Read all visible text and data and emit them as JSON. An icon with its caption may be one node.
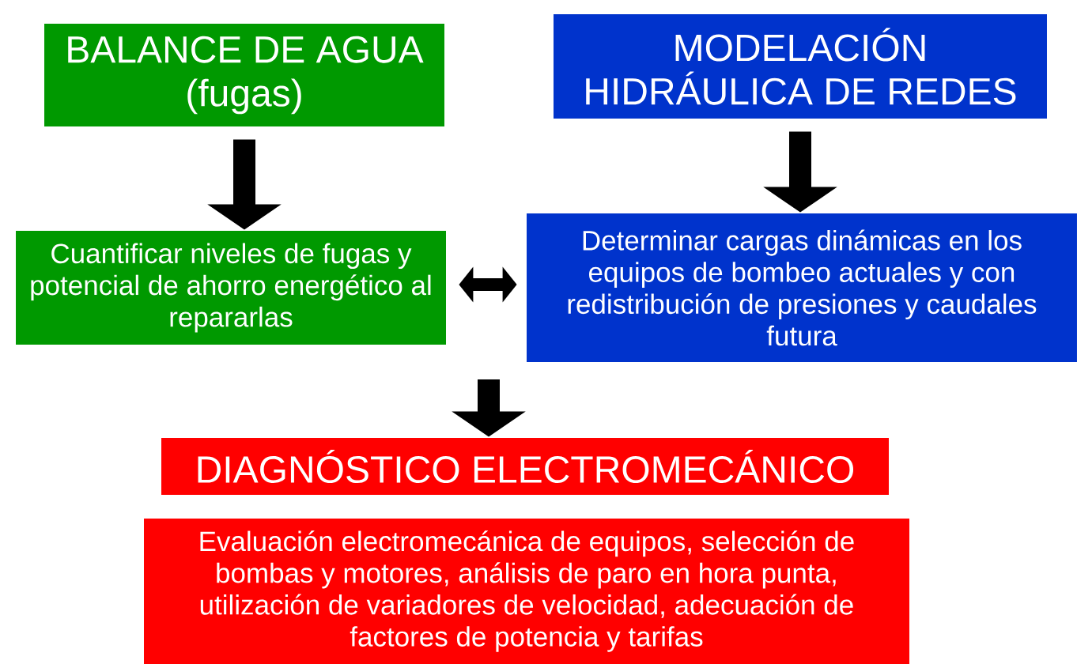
{
  "diagram": {
    "nodes": [
      {
        "text": [
          "BALANCE DE AGUA (fugas)"
        ]
      },
      {
        "text": [
          "MODELACIÓN HIDRÁULICA DE REDES"
        ]
      },
      {
        "text": [
          "Cuantificar niveles de fugas y potencial de ahorro energético al repararlas"
        ]
      },
      {
        "text": [
          "Determinar cargas dinámicas en los equipos de bombeo actuales y con redistribución de presiones y caudales futura"
        ]
      },
      {
        "text": [
          "DIAGNÓSTICO ELECTROMECÁNICO"
        ]
      },
      {
        "text": [
          "Evaluación electromecánica de equipos, selección de bombas y motores, análisis de paro en hora punta, utilización de variadores de velocidad, adecuación de factores de potencia y tarifas"
        ]
      }
    ],
    "edges": [
      {
        "from": 0,
        "to": 2,
        "arrow": "to"
      },
      {
        "from": 1,
        "to": 3,
        "arrow": "to"
      },
      {
        "from": 2,
        "to": 3,
        "arrow": "both"
      },
      {
        "from": null,
        "to": 4,
        "arrow": "to"
      }
    ]
  }
}
